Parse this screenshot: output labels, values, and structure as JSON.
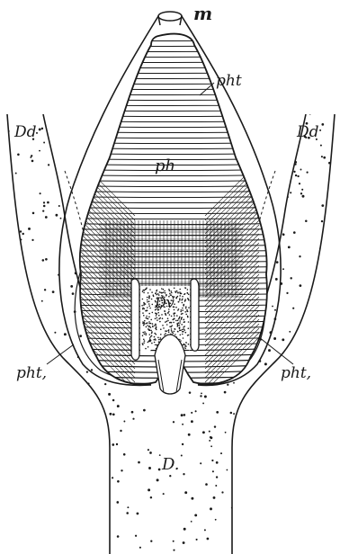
{
  "labels": {
    "mouth": "m",
    "pharyngeal_tube_top": "pht",
    "pharynx": "ph",
    "intestinal_branch_left": "Dd",
    "intestinal_branch_right": "Dd",
    "pharyngeal_region": "Dv",
    "pharyngeal_tube_left": "pht,",
    "pharyngeal_tube_right": "pht,",
    "intestine": "D."
  },
  "colors": {
    "ink": "#1a1a1a",
    "paper": "#ffffff"
  }
}
